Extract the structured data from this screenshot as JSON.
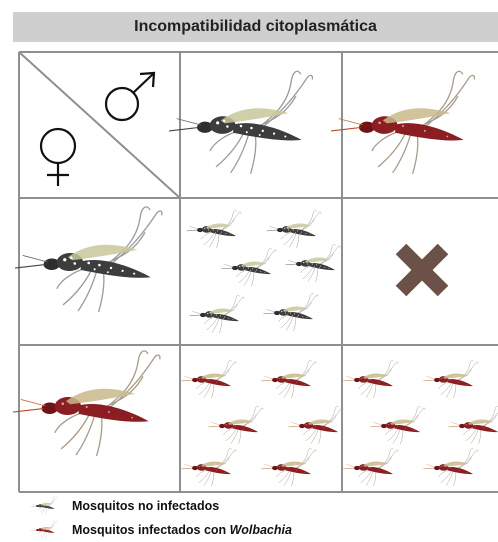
{
  "title": "Incompatibilidad citoplasmática",
  "grid": {
    "rows": [
      {
        "header": "female-symbol",
        "cells": [
          "male-uninfected-mosquito",
          "male-infected-mosquito"
        ]
      },
      {
        "header": "female-uninfected-mosquito",
        "cells": [
          "offspring-uninfected-mosquitos",
          "no-offspring-cross-icon"
        ]
      },
      {
        "header": "female-infected-mosquito",
        "cells": [
          "offspring-infected-mosquitos",
          "offspring-infected-mosquitos"
        ]
      }
    ],
    "corner_symbols": [
      "female-symbol-icon",
      "male-symbol-icon"
    ]
  },
  "legend": {
    "uninfected_label": "Mosquitos no infectados",
    "infected_prefix": "Mosquitos infectados con ",
    "infected_italic": "Wolbachia"
  },
  "colors": {
    "title_bg": "#cfcfcf",
    "grid_line": "#8f8f8f",
    "uninfected_body": "#3d3d3d",
    "infected_body": "#8a1e22",
    "cross": "#6b5148"
  }
}
